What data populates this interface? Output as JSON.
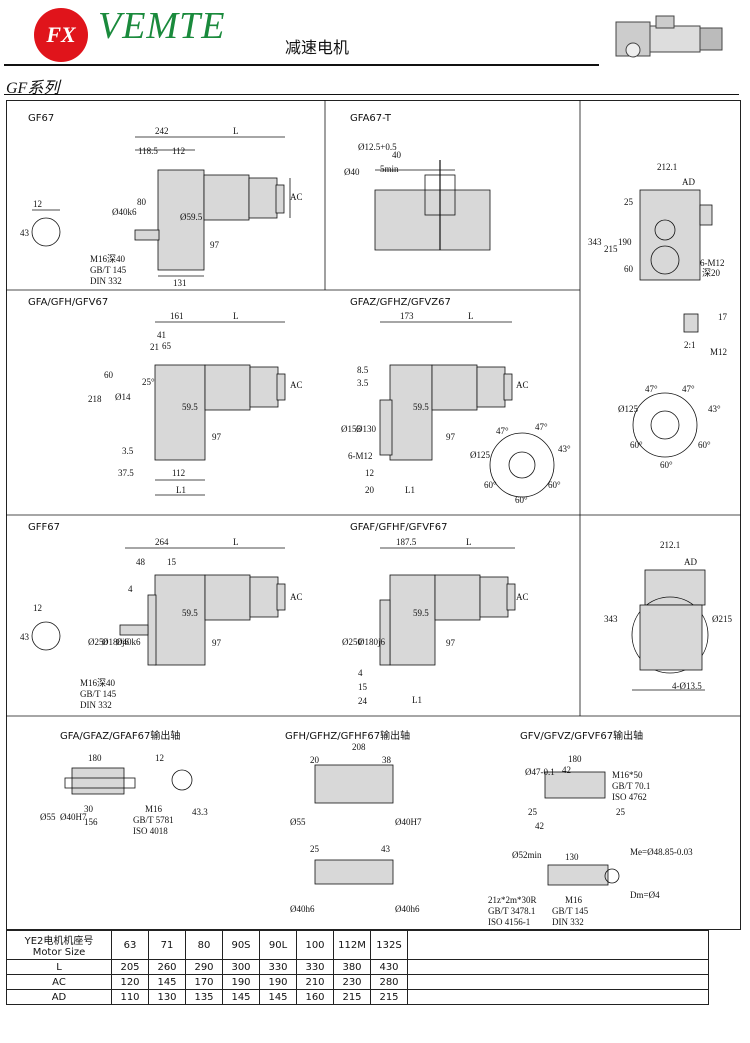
{
  "header": {
    "logo_text": "FX",
    "brand": "VEMTE",
    "subtitle": "减速电机",
    "series": "GF系列"
  },
  "panels": {
    "gf67": {
      "label": "GF67",
      "dims": {
        "d242": "242",
        "dL": "L",
        "d118": "118.5",
        "d112": "112",
        "dAC": "AC",
        "d40": "Ø40k6",
        "d80": "80",
        "d59": "Ø59.5",
        "d97": "97",
        "d131": "131",
        "d12": "12",
        "d43": "43"
      },
      "note": [
        "M16深40",
        "GB/T 145",
        "DIN 332"
      ]
    },
    "gfa67t": {
      "label": "GFA67-T",
      "dims": {
        "d40": "40",
        "d5min": "5min",
        "dphi40": "Ø40",
        "dphi12": "Ø12.5+0.5"
      }
    },
    "gfa67": {
      "label": "GFA/GFH/GFV67",
      "dims": {
        "d161": "161",
        "dL": "L",
        "d41": "41",
        "d21": "21",
        "d65": "65",
        "d60": "60",
        "d25": "25°",
        "d218": "218",
        "d14": "Ø14",
        "d59": "59.5",
        "d97": "97",
        "d3_5": "3.5",
        "d37_5": "37.5",
        "d112": "112",
        "dL1": "L1",
        "dAC": "AC"
      }
    },
    "gfaz67": {
      "label": "GFAZ/GFHZ/GFVZ67",
      "dims": {
        "d173": "173",
        "dL": "L",
        "d8_5": "8.5",
        "d3_5": "3.5",
        "d155": "Ø155",
        "d130": "Ø130",
        "d6m12": "6-M12",
        "d12": "12",
        "d20": "20",
        "dL1": "L1",
        "d59": "59.5",
        "d97": "97",
        "dAC": "AC",
        "a47a": "47°",
        "a47b": "47°",
        "a43": "43°",
        "a60a": "60°",
        "a60b": "60°",
        "a60c": "60°",
        "d125": "Ø125"
      }
    },
    "side1": {
      "dims": {
        "d212": "212.1",
        "dAD": "AD",
        "d25": "25",
        "d343": "343",
        "d215": "215",
        "d190": "190",
        "d60": "60",
        "d6m12": "6-M12",
        "d20": "深20",
        "d17": "17",
        "d21": "2:1",
        "dM12": "M12",
        "a47a": "47°",
        "a47b": "47°",
        "a43": "43°",
        "a60a": "60°",
        "a60b": "60°",
        "a60c": "60°",
        "d125": "Ø125"
      }
    },
    "gff67": {
      "label": "GFF67",
      "dims": {
        "d264": "264",
        "dL": "L",
        "d48": "48",
        "d15": "15",
        "d4": "4",
        "d250": "Ø250",
        "d180": "Ø180j6",
        "d40": "Ø40k6",
        "d59": "59.5",
        "d97": "97",
        "dAC": "AC",
        "d12": "12",
        "d43": "43"
      },
      "note": [
        "M16深40",
        "GB/T 145",
        "DIN 332"
      ]
    },
    "gfaf67": {
      "label": "GFAF/GFHF/GFVF67",
      "dims": {
        "d187": "187.5",
        "dL": "L",
        "d250": "Ø250",
        "d180": "Ø180j6",
        "d59": "59.5",
        "d97": "97",
        "d4": "4",
        "d15": "15",
        "d24": "24",
        "dL1": "L1",
        "dAC": "AC"
      }
    },
    "side2": {
      "dims": {
        "d212": "212.1",
        "dAD": "AD",
        "d343": "343",
        "d215": "Ø215",
        "d4135": "4-Ø13.5"
      }
    },
    "shaft1": {
      "label": "GFA/GFAZ/GFAF67输出轴",
      "dims": {
        "d180": "180",
        "d12": "12",
        "d55": "Ø55",
        "d40": "Ø40H7",
        "d30": "30",
        "d156": "156",
        "d433": "43.3",
        "dM16": "M16"
      },
      "note": [
        "GB/T 5781",
        "ISO 4018"
      ]
    },
    "shaft2": {
      "label": "GFH/GFHZ/GFHF67输出轴",
      "dims": {
        "d208": "208",
        "d20": "20",
        "d38": "38",
        "d55": "Ø55",
        "d40": "Ø40H7",
        "d25": "25",
        "d43": "43",
        "d40a": "Ø40h6",
        "d40b": "Ø40h6"
      }
    },
    "shaft3": {
      "label": "GFV/GFVZ/GFVF67输出轴",
      "dims": {
        "d180": "180",
        "d42": "42",
        "d47": "Ø47-0.1",
        "dM16": "M16*50",
        "d25a": "25",
        "d25b": "25",
        "d42b": "42",
        "d52": "Ø52min",
        "d130": "130",
        "d21z": "21z*2m*30R",
        "dM16b": "M16",
        "dMe": "Me=Ø48.85-0.03",
        "dDm": "Dm=Ø4"
      },
      "note1": [
        "GB/T 70.1",
        "ISO 4762"
      ],
      "note2": [
        "GB/T 3478.1",
        "ISO 4156-1"
      ],
      "note3": [
        "GB/T 145",
        "DIN 332"
      ]
    }
  },
  "table": {
    "head_label": "YE2电机机座号",
    "head_label2": "Motor Size",
    "sizes": [
      "63",
      "71",
      "80",
      "90S",
      "90L",
      "100",
      "112M",
      "132S"
    ],
    "rows": [
      {
        "name": "L",
        "values": [
          "205",
          "260",
          "290",
          "300",
          "330",
          "330",
          "380",
          "430"
        ]
      },
      {
        "name": "AC",
        "values": [
          "120",
          "145",
          "170",
          "190",
          "190",
          "210",
          "230",
          "280"
        ]
      },
      {
        "name": "AD",
        "values": [
          "110",
          "130",
          "135",
          "145",
          "145",
          "160",
          "215",
          "215"
        ]
      }
    ]
  }
}
